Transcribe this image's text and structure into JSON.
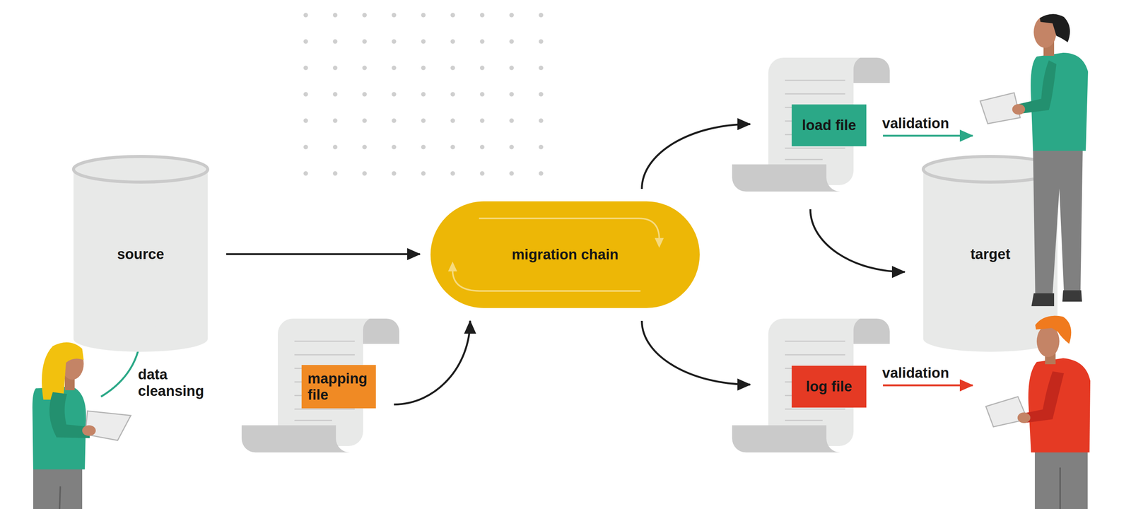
{
  "diagram": {
    "nodes": [
      {
        "text": [
          "source"
        ]
      },
      {
        "text": [
          "mapping file"
        ]
      },
      {
        "text": [
          "migration chain"
        ]
      },
      {
        "text": [
          "load file"
        ]
      },
      {
        "text": [
          "log file"
        ]
      },
      {
        "text": [
          "target"
        ]
      }
    ],
    "edges": [
      {
        "from": 0,
        "to": 2,
        "arrow": "to"
      },
      {
        "from": 1,
        "to": 2,
        "arrow": "to"
      },
      {
        "from": 2,
        "to": 3,
        "arrow": "to"
      },
      {
        "from": 2,
        "to": 4,
        "arrow": "to"
      },
      {
        "from": 3,
        "to": 5,
        "arrow": "to"
      }
    ],
    "labels": [
      "data cleansing",
      "validation",
      "validation"
    ]
  }
}
